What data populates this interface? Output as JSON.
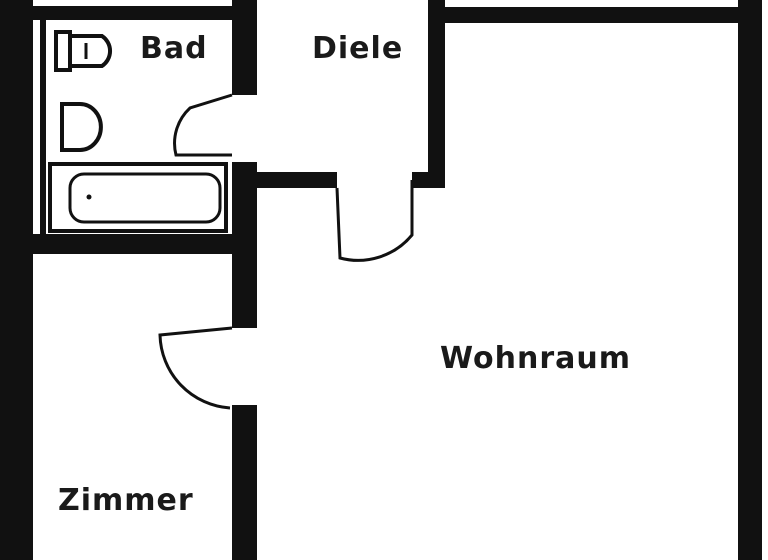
{
  "rooms": {
    "bad": "Bad",
    "diele": "Diele",
    "wohnraum": "Wohnraum",
    "zimmer": "Zimmer"
  },
  "colors": {
    "wall": "#111111",
    "background": "#ffffff",
    "text": "#1a1a1a"
  }
}
